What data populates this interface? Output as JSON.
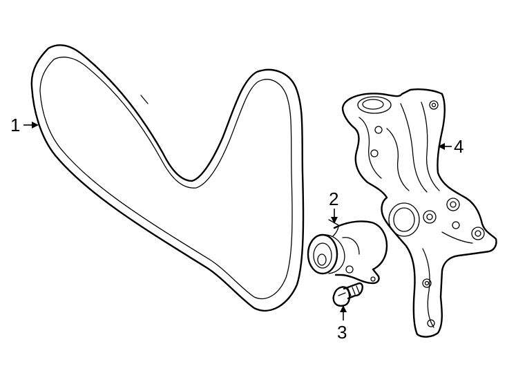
{
  "callouts": [
    {
      "id": "1",
      "label": "1"
    },
    {
      "id": "2",
      "label": "2"
    },
    {
      "id": "3",
      "label": "3"
    },
    {
      "id": "4",
      "label": "4"
    }
  ],
  "parts": [
    {
      "callout": "1",
      "icon": "serpentine-belt"
    },
    {
      "callout": "2",
      "icon": "water-pump"
    },
    {
      "callout": "3",
      "icon": "bolt"
    },
    {
      "callout": "4",
      "icon": "engine-bracket"
    }
  ]
}
